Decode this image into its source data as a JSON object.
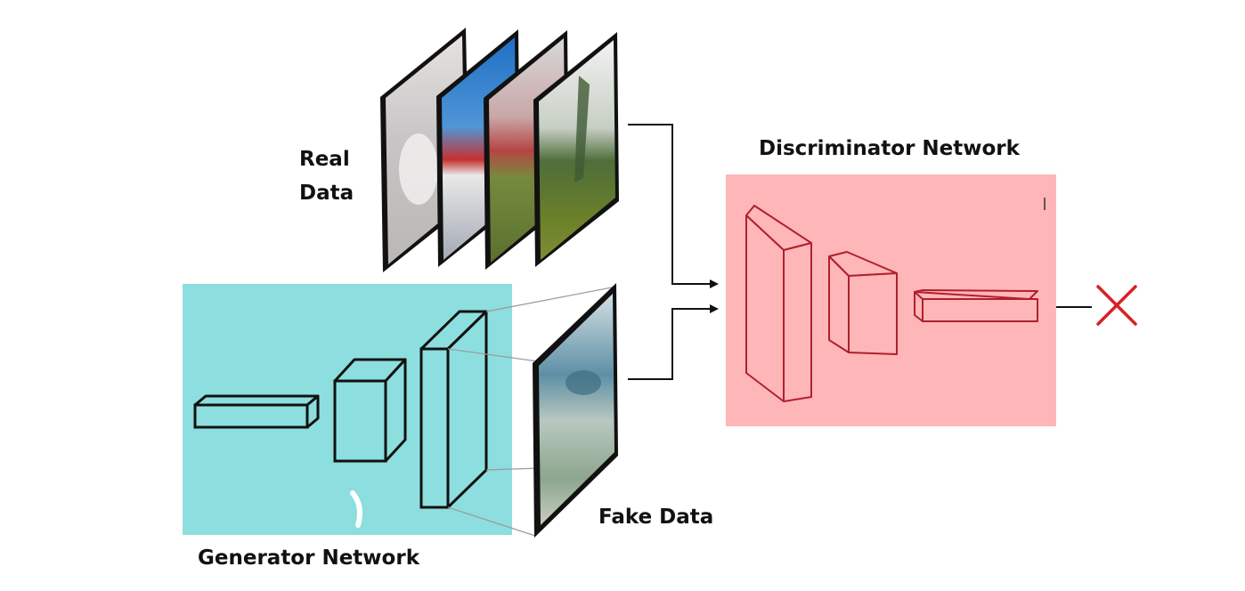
{
  "labels": {
    "real_data": [
      "Real",
      "Data"
    ],
    "fake_data": "Fake Data",
    "generator": "Generator Network",
    "discriminator": "Discriminator Network"
  },
  "colors": {
    "generator_bg": "#8ddede",
    "discriminator_bg": "#ffb6b8",
    "generator_block_fill": "#8ddede",
    "generator_block_stroke": "#111111",
    "discriminator_block_fill": "#ffb6b8",
    "discriminator_block_stroke": "#b0202c",
    "output_mark": "#d91f26"
  },
  "icons": {
    "output": "x-mark-icon"
  }
}
